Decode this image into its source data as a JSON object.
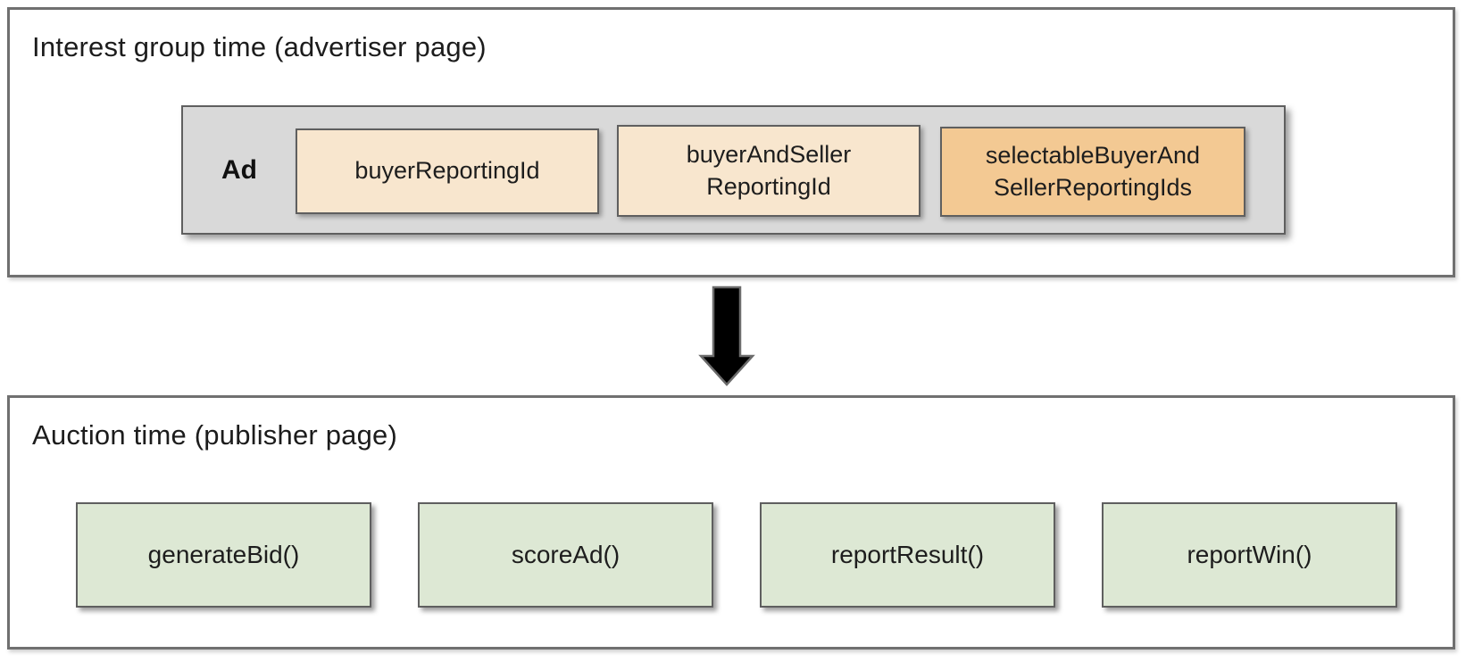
{
  "colors": {
    "peach_box": "#F8E6CE",
    "orange_box": "#F3C993",
    "green_box": "#DDE8D4",
    "gray_container": "#D9D9D9",
    "panel_border": "#707070",
    "box_border": "#5F5F5F",
    "text": "#1D1D1D",
    "arrow_fill": "#000000",
    "arrow_outline": "#6B6B6B"
  },
  "top_panel": {
    "title": "Interest group time (advertiser page)",
    "ad_label": "Ad",
    "boxes": [
      {
        "label": "buyerReportingId",
        "variant": "peach"
      },
      {
        "label": "buyerAndSeller\nReportingId",
        "variant": "peach"
      },
      {
        "label": "selectableBuyerAnd\nSellerReportingIds",
        "variant": "orange"
      }
    ]
  },
  "arrow": {
    "direction": "down"
  },
  "bottom_panel": {
    "title": "Auction time (publisher page)",
    "functions": [
      "generateBid()",
      "scoreAd()",
      "reportResult()",
      "reportWin()"
    ]
  }
}
